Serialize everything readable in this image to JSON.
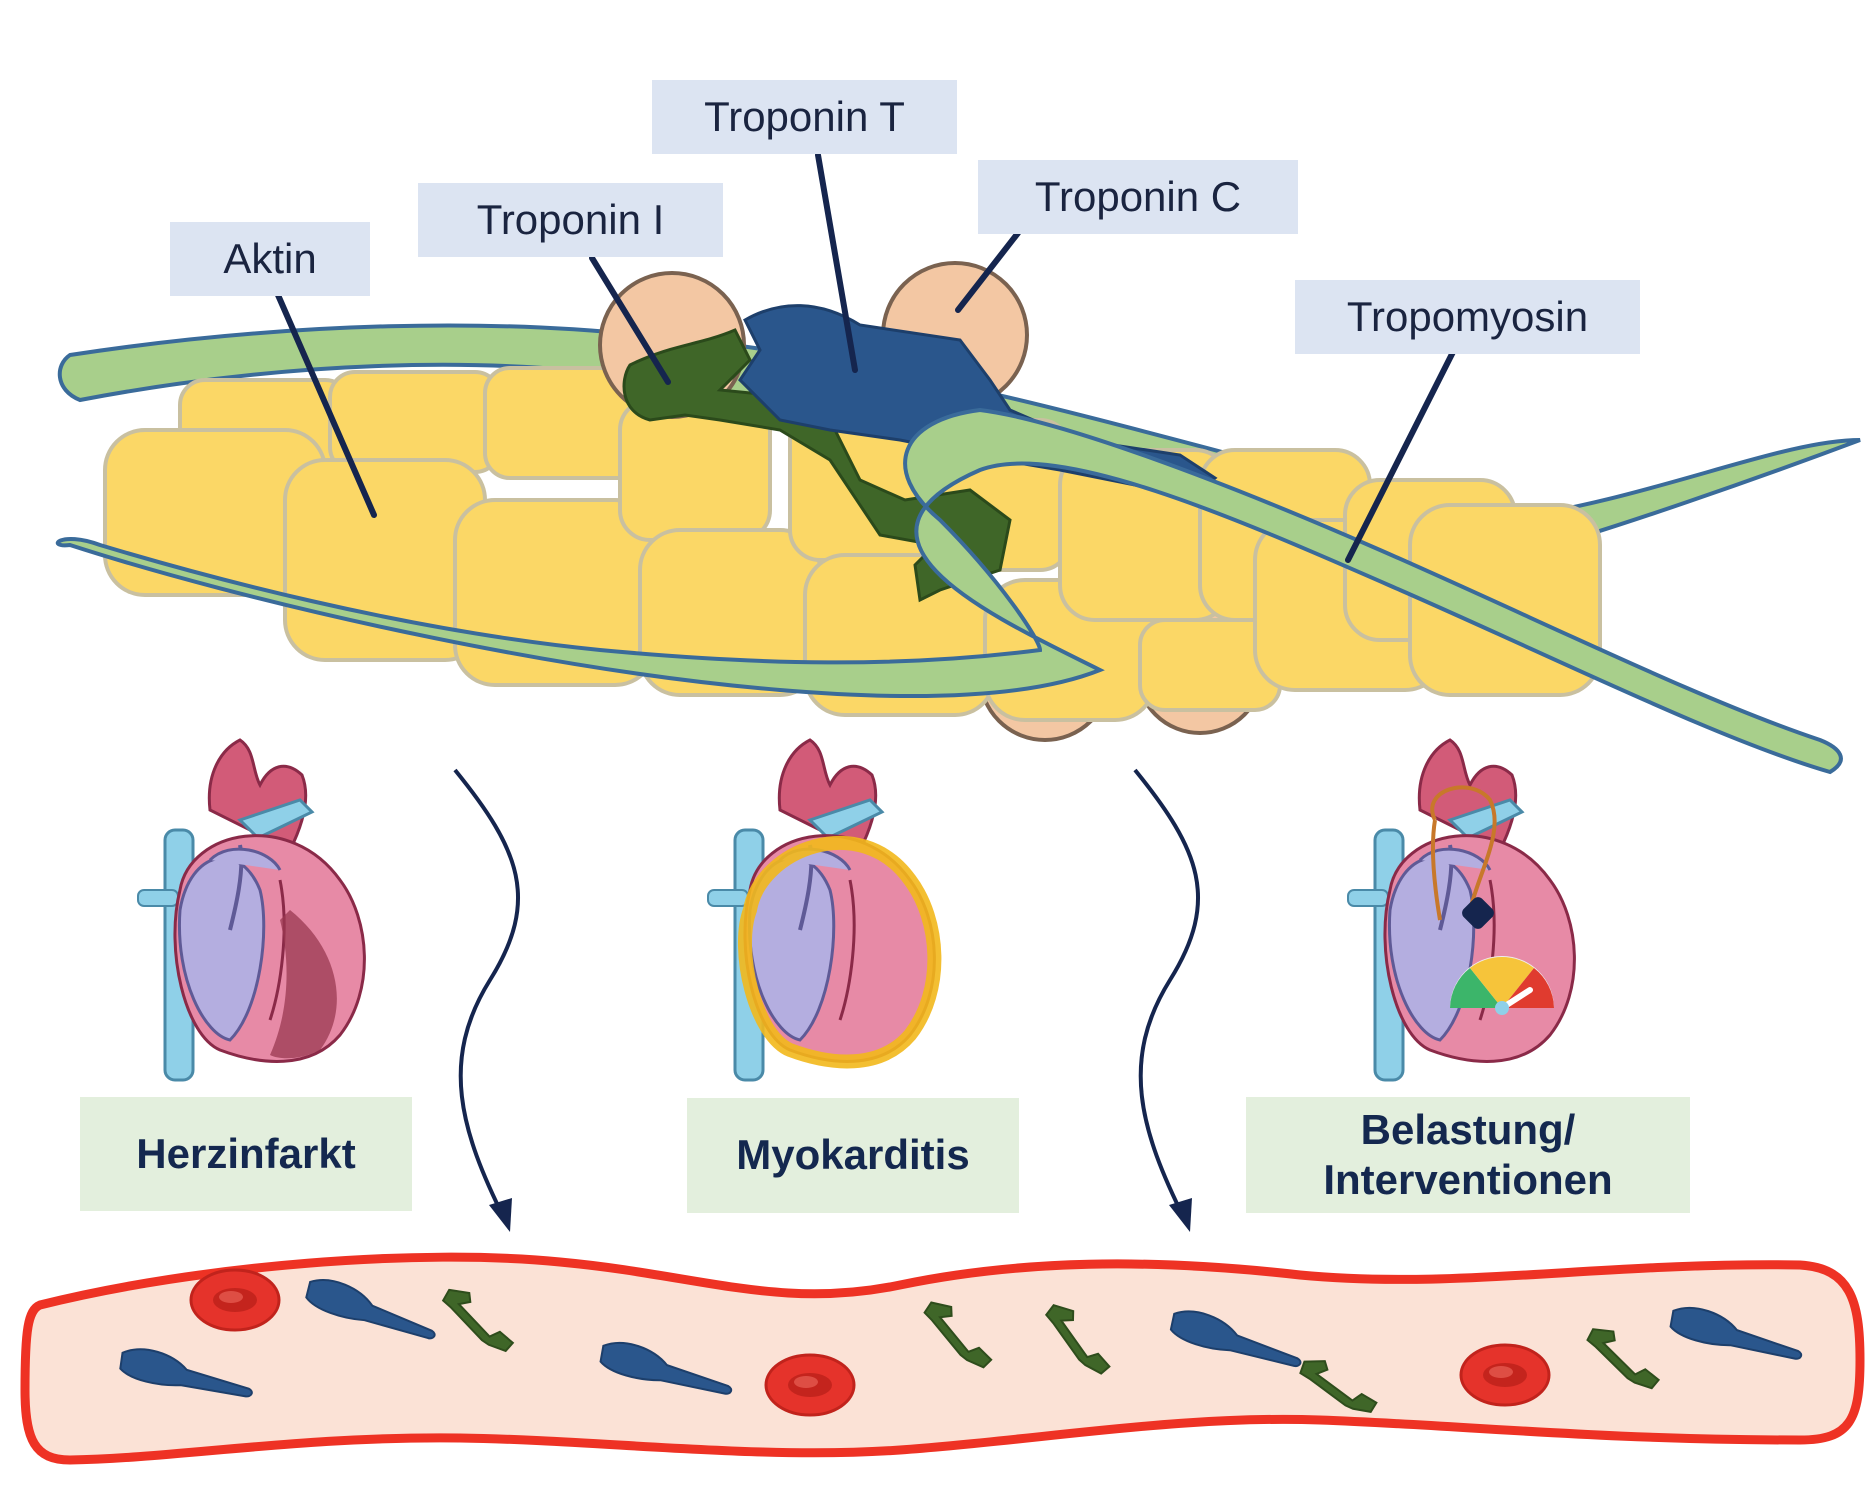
{
  "labels": {
    "aktin": "Aktin",
    "troponin_i": "Troponin I",
    "troponin_t": "Troponin T",
    "troponin_c": "Troponin C",
    "tropomyosin": "Tropomyosin"
  },
  "conditions": {
    "herzinfarkt": "Herzinfarkt",
    "myokarditis": "Myokarditis",
    "belastung_line1": "Belastung/",
    "belastung_line2": "Interventionen"
  },
  "colors": {
    "actin": "#fbd766",
    "tropomyosin": "#a8cf8b",
    "troponin_t": "#2a568c",
    "troponin_i": "#3f6628",
    "troponin_c": "#f3c7a3",
    "label_bg": "#dce4f2",
    "condition_bg": "#e3efdd",
    "vessel_border": "#ee3224",
    "vessel_fill": "#fbe2d6",
    "red_cell": "#e5332b",
    "arrow": "#15254e"
  },
  "icons": [
    "heart-infarct-icon",
    "heart-myocarditis-icon",
    "heart-pacemaker-icon",
    "red-blood-cell-icon"
  ]
}
